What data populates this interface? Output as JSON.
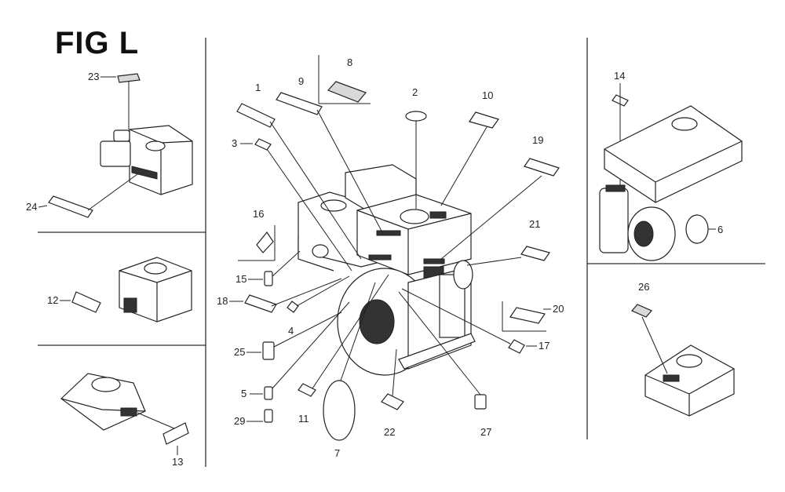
{
  "figure": {
    "title": "FIG L"
  },
  "callouts": [
    {
      "id": "c1",
      "label": "1"
    },
    {
      "id": "c2",
      "label": "2"
    },
    {
      "id": "c3",
      "label": "3"
    },
    {
      "id": "c4",
      "label": "4"
    },
    {
      "id": "c5",
      "label": "5"
    },
    {
      "id": "c6",
      "label": "6"
    },
    {
      "id": "c7",
      "label": "7"
    },
    {
      "id": "c8",
      "label": "8"
    },
    {
      "id": "c9",
      "label": "9"
    },
    {
      "id": "c10",
      "label": "10"
    },
    {
      "id": "c11",
      "label": "11"
    },
    {
      "id": "c12",
      "label": "12"
    },
    {
      "id": "c13",
      "label": "13"
    },
    {
      "id": "c14",
      "label": "14"
    },
    {
      "id": "c15",
      "label": "15"
    },
    {
      "id": "c16",
      "label": "16"
    },
    {
      "id": "c17",
      "label": "17"
    },
    {
      "id": "c18",
      "label": "18"
    },
    {
      "id": "c19",
      "label": "19"
    },
    {
      "id": "c20",
      "label": "20"
    },
    {
      "id": "c21",
      "label": "21"
    },
    {
      "id": "c22",
      "label": "22"
    },
    {
      "id": "c23",
      "label": "23"
    },
    {
      "id": "c24",
      "label": "24"
    },
    {
      "id": "c25",
      "label": "25"
    },
    {
      "id": "c26",
      "label": "26"
    },
    {
      "id": "c27",
      "label": "27"
    },
    {
      "id": "c29",
      "label": "29"
    }
  ]
}
